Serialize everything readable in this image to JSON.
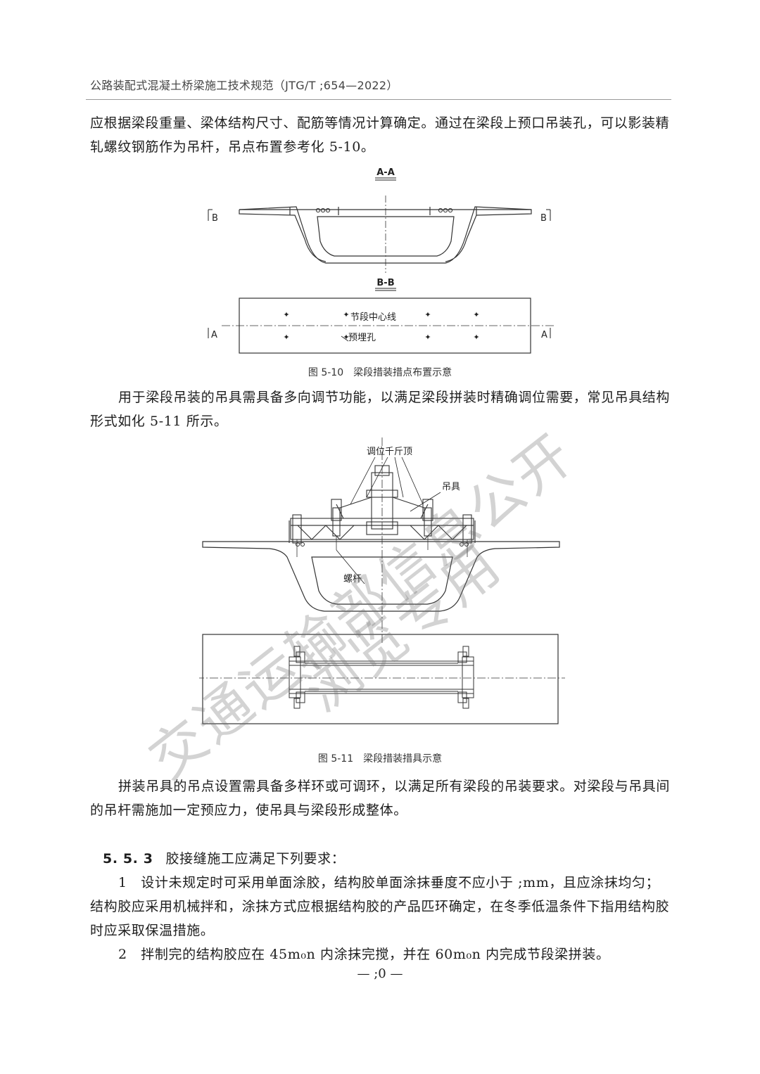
{
  "header": {
    "title": "公路装配式混凝土桥梁施工技术规范（JTG/T ;654—2022）"
  },
  "paragraphs": {
    "p1": "应根据梁段重量、梁体结构尺寸、配筋等情况计算确定。通过在梁段上预口吊装孔，可以影装精轧螺纹钢筋作为吊杆，吊点布置参考化 5-10。",
    "p2": "用于梁段吊装的吊具需具备多向调节功能，以满足梁段拼装时精确调位需要，常见吊具结构形式如化 5-11 所示。",
    "p3": "拼装吊具的吊点设置需具备多样环或可调环，以满足所有梁段的吊装要求。对梁段与吊具间的吊杆需施加一定预应力，使吊具与梁段形成整体。"
  },
  "figure_5_10": {
    "section_aa": "A-A",
    "section_bb": "B-B",
    "mark_b": "B",
    "mark_a": "A",
    "label_centerline": "节段中心线",
    "label_hole": "预埋孔",
    "caption": "图 5-10　梁段措装措点布置示意"
  },
  "figure_5_11": {
    "label_jack": "调位千斤顶",
    "label_spreader": "吊具",
    "label_rod": "螺杆",
    "caption": "图 5-11　梁段措装措具示意"
  },
  "section_553": {
    "number": "5. 5. 3",
    "title": "胶接缝施工应满足下列要求：",
    "item1": "1　设计未规定时可采用单面涂胶，结构胶单面涂抹垂度不应小于 ;mm，且应涂抹均匀；结构胶应采用机械拌和，涂抹方式应根据结构胶的产品匹环确定，在冬季低温条件下指用结构胶时应采取保温措施。",
    "item2": "2　拌制完的结构胶应在 45m₀n 内涂抹完搅，并在 60m₀n 内完成节段梁拼装。"
  },
  "page_number": "— ;0 —",
  "watermark": {
    "line1": "交通运输部信息公开",
    "line2": "浏览专用"
  }
}
